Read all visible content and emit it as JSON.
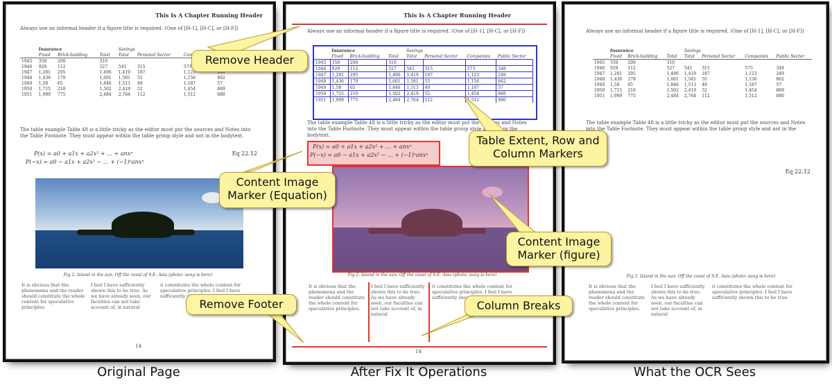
{
  "header": "This Is A Chapter Running Header",
  "intro_text": "Always use an informal header if a figure title is required. (One of [H-1], [H-C], or [H-F])",
  "table": {
    "group_labels": [
      "Insurance",
      "Savings"
    ],
    "columns": [
      "Fixed",
      "Brick-building",
      "Total",
      "Total",
      "Personal Sector",
      "Companies",
      "Public Sector"
    ],
    "rows": [
      [
        "1945",
        "358",
        "200",
        "310",
        "",
        "",
        "",
        ""
      ],
      [
        "1946",
        "929",
        "112",
        "527",
        "541",
        "315",
        "573",
        "348"
      ],
      [
        "1947",
        "1,281",
        "295",
        "1,496",
        "1,419",
        "187",
        "1,123",
        "249"
      ],
      [
        "1948",
        "1,436",
        "179",
        "1,601",
        "1,581",
        "55",
        "1,156",
        "862"
      ],
      [
        "1949",
        "1,58",
        "65",
        "1,846",
        "1,513",
        "49",
        "1,187",
        "57"
      ],
      [
        "1950",
        "1,715",
        "210",
        "1,502",
        "2,419",
        "52",
        "1,454",
        "869"
      ],
      [
        "1951",
        "1,999",
        "775",
        "2,484",
        "2,764",
        "112",
        "1,512",
        "880"
      ]
    ]
  },
  "paragraph": "The table example Table 48 is a little tricky as the editor must put the sources and Notes into the Table Footnote. They must appear within the table group style and not in the bodytext.",
  "equation_lines": [
    "P(x) = a0 + a1x + a2x² + … + anxⁿ",
    "P(−x) = a0 − a1x + a2x² − … + (−1)ⁿanxⁿ"
  ],
  "equation_number": "Eq 22.12",
  "figure_caption": "Fig 2. Island in the sun. Off the coast of S.E. Asia (photo: sung is here)",
  "columns": [
    "It is obvious that the phenomena and the reader should constitute the whole content for speculative principles.",
    "I feel I have sufficiently shown this to be true. As we have already seen, our faculties can not take account of, in natural",
    "it constitutes the whole content for speculative principles. I feel I have sufficiently shown this to be true."
  ],
  "page_number": "14",
  "callouts": {
    "remove_header": "Remove Header",
    "table_markers": "Table Extent, Row and Column Markers",
    "equation_marker": "Content Image Marker (Equation)",
    "figure_marker": "Content Image Marker (figure)",
    "remove_footer": "Remove Footer",
    "column_breaks": "Column Breaks"
  },
  "labels": {
    "original": "Original Page",
    "after": "After Fix It Operations",
    "ocr": "What the OCR Sees"
  },
  "colors": {
    "callout_fill": "#fdf4a2",
    "marker_red": "#e2352f",
    "table_marker_blue": "#2b35c9",
    "image_tint": "#d6609a"
  }
}
